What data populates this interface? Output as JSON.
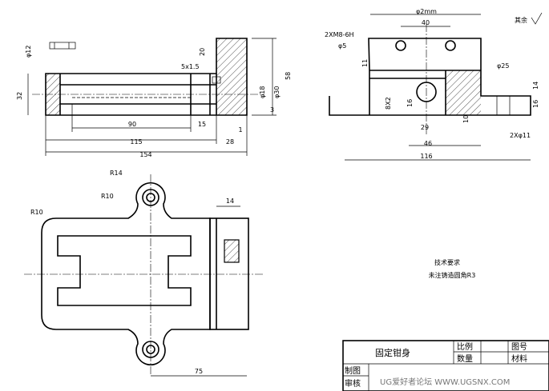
{
  "front_view": {
    "dims": {
      "d_phi12": "φ12",
      "d20": "20",
      "d5x15": "5x1.5",
      "d32": "32",
      "d58": "58",
      "d_phi18": "φ18",
      "d_phi30": "φ30",
      "d3": "3",
      "d90": "90",
      "d15": "15",
      "d1": "1",
      "d115": "115",
      "d28": "28",
      "d154": "154"
    }
  },
  "side_view": {
    "dims": {
      "d_phi2": "φ2mm",
      "d40": "40",
      "thread": "2XM8-6H",
      "d_phi5": "φ5",
      "d11": "11",
      "d_phi25": "φ25",
      "d14a": "14",
      "d8x2": "8X2",
      "d16a": "16",
      "d29": "29",
      "d10": "10",
      "d46": "46",
      "d116": "116",
      "d2phi11": "2Xφ11",
      "d16b": "16"
    },
    "rest_roughness": "其余"
  },
  "top_view": {
    "dims": {
      "r14": "R14",
      "r10a": "R10",
      "r10b": "R10",
      "d14": "14",
      "d75": "75"
    }
  },
  "tech_notes": {
    "title": "技术要求",
    "line1": "未注铸造圆角R3"
  },
  "title_block": {
    "part_name": "固定钳身",
    "scale_label": "比例",
    "qty_label": "数量",
    "drawing_no_label": "图号",
    "material_label": "材料",
    "drawn_label": "制图",
    "checked_label": "审核"
  },
  "watermark": {
    "text": "UG爱好者论坛 WWW.UGSNX.COM"
  }
}
